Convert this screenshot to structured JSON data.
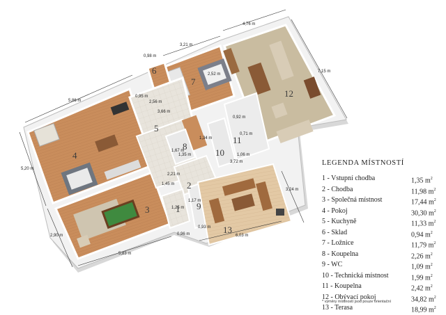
{
  "legend": {
    "title": "LEGENDA MÍSTNOSTÍ",
    "unit": "m",
    "unit_exp": "2",
    "rooms": [
      {
        "name": "1 - Vstupní chodba",
        "area": "1,35"
      },
      {
        "name": "2 - Chodba",
        "area": "11,98"
      },
      {
        "name": "3 - Společná místnost",
        "area": "17,44"
      },
      {
        "name": "4 - Pokoj",
        "area": "30,30"
      },
      {
        "name": "5 - Kuchyně",
        "area": "11,33"
      },
      {
        "name": "6 - Sklad",
        "area": "0,94"
      },
      {
        "name": "7 - Ložnice",
        "area": "11,79"
      },
      {
        "name": "8 - Koupelna",
        "area": "2,26"
      },
      {
        "name": "9 - WC",
        "area": "1,09"
      },
      {
        "name": "10 - Technická místnost",
        "area": "1,99"
      },
      {
        "name": "11 - Koupelna",
        "area": "2,42"
      },
      {
        "name": "12 - Obývací pokoj",
        "area": "34,82"
      },
      {
        "name": "13 - Terasa",
        "area": "18,99"
      }
    ]
  },
  "footnote": "* výměry místností jsou pouze orientační",
  "plan": {
    "room_numbers": [
      "1",
      "2",
      "3",
      "4",
      "5",
      "6",
      "7",
      "8",
      "9",
      "10",
      "11",
      "12",
      "13"
    ],
    "dimensions": {
      "d_476": "4,76 m",
      "d_715": "7,15 m",
      "d_321": "3,21 m",
      "d_098": "0,98 m",
      "d_586": "5,86 m",
      "d_520": "5,20 m",
      "d_290": "2,90 m",
      "d_583": "5,83 m",
      "d_096": "0,96 m",
      "d_603": "6,03 m",
      "d_324": "3,24 m",
      "d_252": "2,52 m",
      "d_095": "0,95 m",
      "d_256": "2,56 m",
      "d_366": "3,66 m",
      "d_134": "1,34 m",
      "d_167": "1,67 m",
      "d_135": "1,35 m",
      "d_221": "2,21 m",
      "d_145": "1,45 m",
      "d_117": "1,17 m",
      "d_125": "1,25 m",
      "d_093": "0,93 m",
      "d_372": "3,72 m",
      "d_106": "1,06 m",
      "d_071": "0,71 m",
      "d_092": "0,92 m"
    }
  },
  "colors": {
    "wood": "#c98d5c",
    "tile": "#e6e2da",
    "carpet": "#c8b99a",
    "terrace": "#e1c7a3",
    "wall": "#f7f7f7",
    "felt": "#3f8a3f",
    "sofa": "#d8ccb6"
  }
}
